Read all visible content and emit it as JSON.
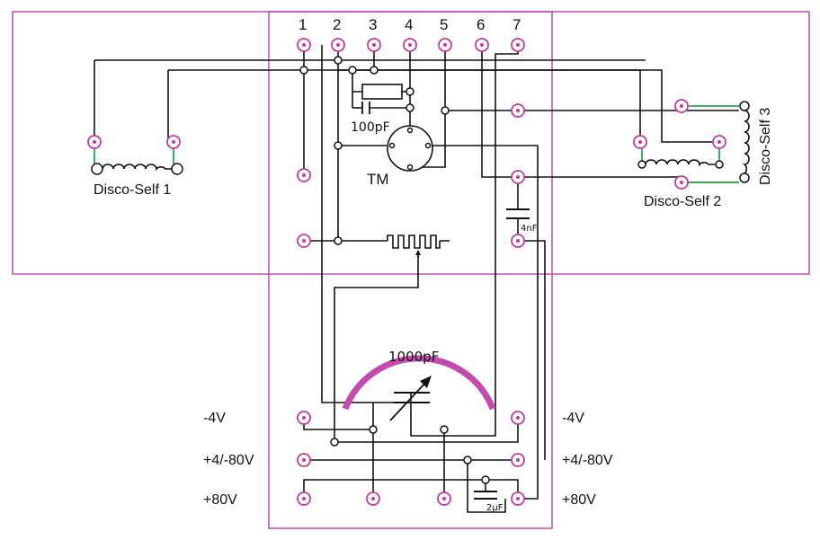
{
  "pin_numbers": [
    "1",
    "2",
    "3",
    "4",
    "5",
    "6",
    "7"
  ],
  "components": {
    "cap_100pf": "100pF",
    "tm_label": "TM",
    "cap_4nf": "4nF",
    "var_cap": "1000pF",
    "cap_2uf": "2µF"
  },
  "coils": {
    "disco_self_1": "Disco-Self 1",
    "disco_self_2": "Disco-Self 2",
    "disco_self_3": "Disco-Self 3"
  },
  "voltages": {
    "left": [
      "-4V",
      "+4/-80V",
      "+80V"
    ],
    "right": [
      "-4V",
      "+4/-80V",
      "+80V"
    ]
  },
  "colors": {
    "panel_outline": "#c44ab0",
    "socket": "#c23aa8",
    "wire": "#111111",
    "coil_link": "#2aa84a"
  }
}
